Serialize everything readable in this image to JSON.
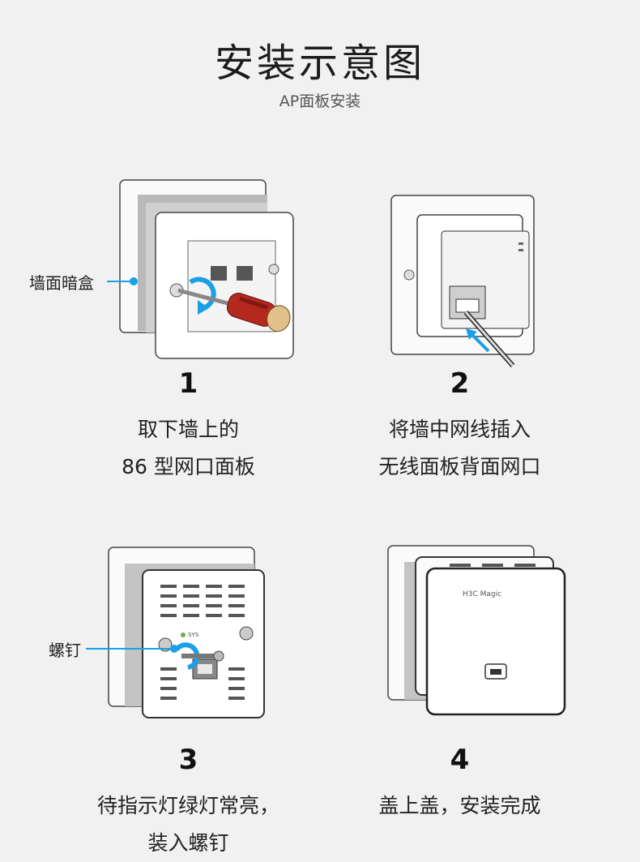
{
  "header": {
    "title": "安装示意图",
    "subtitle": "AP面板安装"
  },
  "steps": [
    {
      "number": "1",
      "line1": "取下墙上的",
      "line2": "86 型网口面板",
      "callout": "墙面暗盒"
    },
    {
      "number": "2",
      "line1": "将墙中网线插入",
      "line2": "无线面板背面网口"
    },
    {
      "number": "3",
      "line1": "待指示灯绿灯常亮，",
      "line2": "装入螺钉",
      "callout": "螺钉"
    },
    {
      "number": "4",
      "line1": "盖上盖，安装完成"
    }
  ],
  "device": {
    "brand_text": "H3C Magic",
    "indicator_text": "SYS",
    "callout_color": "#1aa0e6",
    "screwdriver_handle_color": "#b5281d",
    "screwdriver_tip_color": "#e2c08a"
  }
}
